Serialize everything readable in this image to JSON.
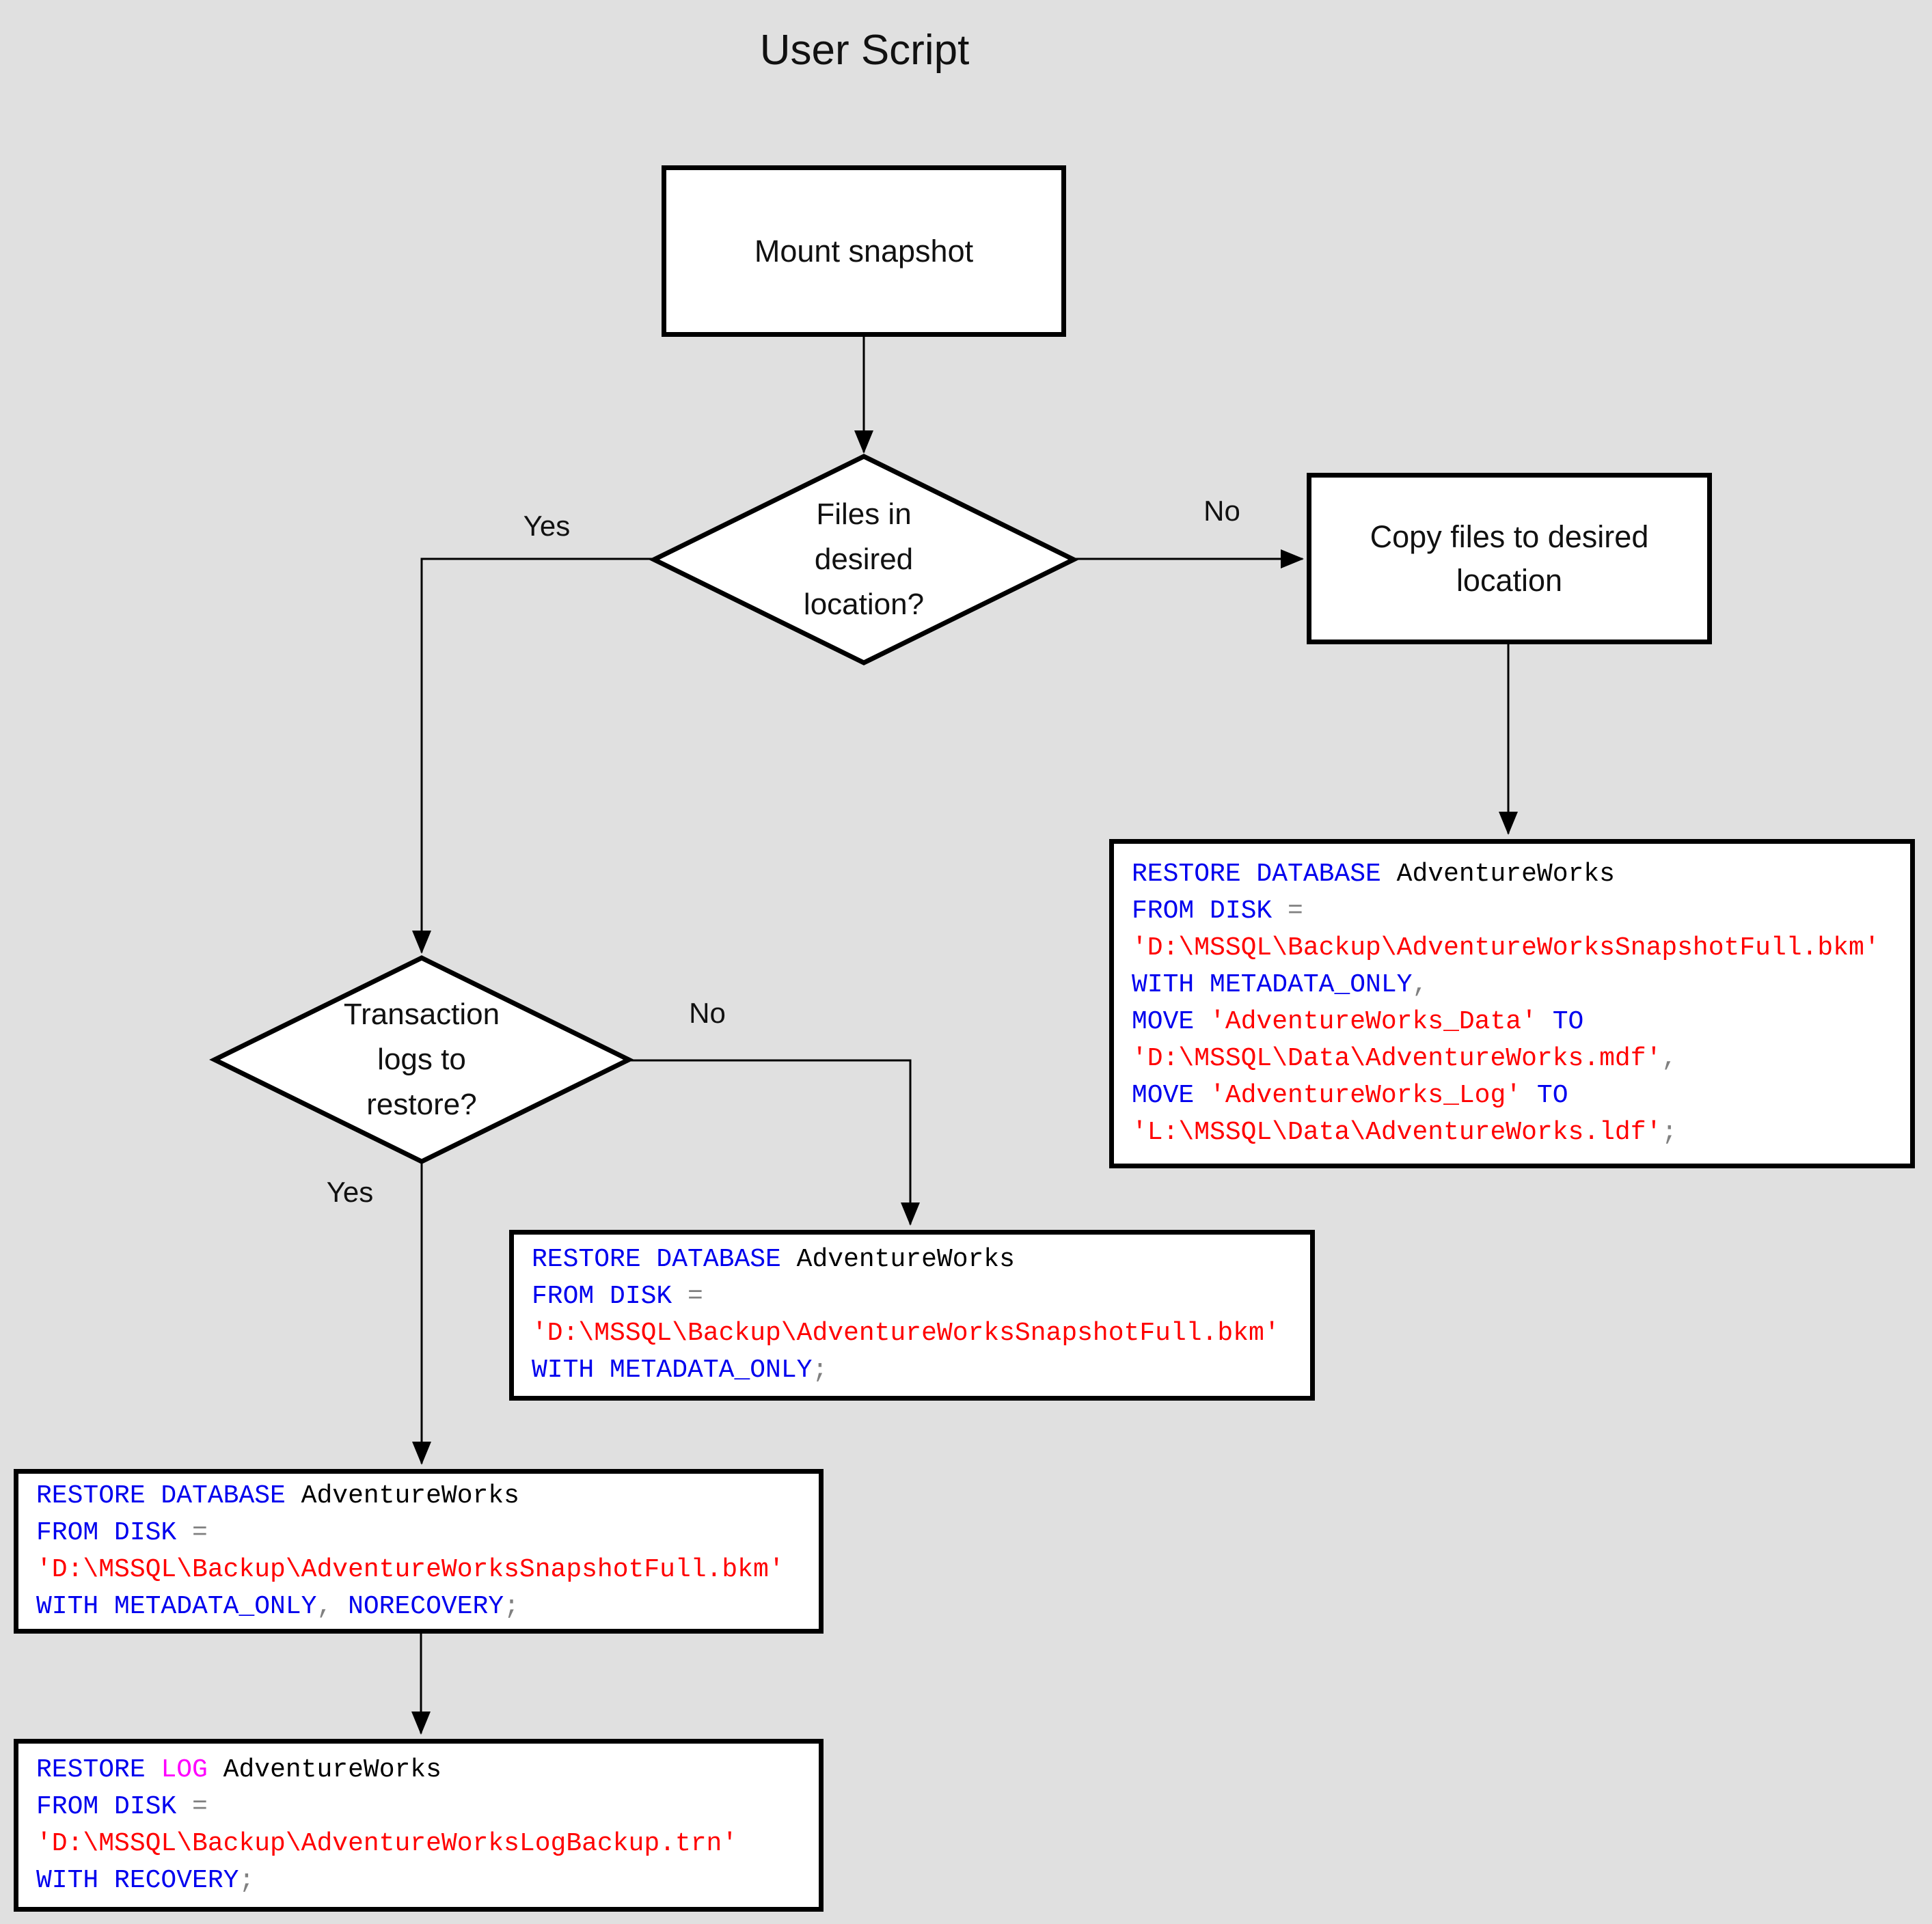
{
  "title": "User Script",
  "background_color": "#E0E0E0",
  "syntax_colors": {
    "keyword": "#0000EE",
    "identifier": "#000000",
    "string": "#FF0000",
    "operator": "#808080",
    "log": "#FF00FF"
  },
  "nodes": {
    "mount_snapshot": {
      "label": "Mount snapshot"
    },
    "files_decision": {
      "lines": [
        "Files in",
        "desired",
        "location?"
      ]
    },
    "copy_files": {
      "label": "Copy files to desired location"
    },
    "logs_decision": {
      "lines": [
        "Transaction",
        "logs to",
        "restore?"
      ]
    }
  },
  "edge_labels": {
    "files_yes": "Yes",
    "files_no": "No",
    "logs_yes": "Yes",
    "logs_no": "No"
  },
  "code_boxes": {
    "restore_with_move": {
      "lines": [
        [
          {
            "t": "RESTORE DATABASE",
            "c": "keyword"
          },
          {
            "t": " AdventureWorks",
            "c": "identifier"
          }
        ],
        [
          {
            "t": "FROM DISK",
            "c": "keyword"
          },
          {
            "t": " =",
            "c": "operator"
          }
        ],
        [
          {
            "t": "'D:\\MSSQL\\Backup\\AdventureWorksSnapshotFull.bkm'",
            "c": "string"
          }
        ],
        [
          {
            "t": "WITH METADATA_ONLY",
            "c": "keyword"
          },
          {
            "t": ",",
            "c": "operator"
          }
        ],
        [
          {
            "t": "MOVE",
            "c": "keyword"
          },
          {
            "t": " 'AdventureWorks_Data'",
            "c": "string"
          },
          {
            "t": " TO",
            "c": "keyword"
          }
        ],
        [
          {
            "t": "'D:\\MSSQL\\Data\\AdventureWorks.mdf'",
            "c": "string"
          },
          {
            "t": ",",
            "c": "operator"
          }
        ],
        [
          {
            "t": "MOVE",
            "c": "keyword"
          },
          {
            "t": " 'AdventureWorks_Log'",
            "c": "string"
          },
          {
            "t": " TO",
            "c": "keyword"
          }
        ],
        [
          {
            "t": "'L:\\MSSQL\\Data\\AdventureWorks.ldf'",
            "c": "string"
          },
          {
            "t": ";",
            "c": "operator"
          }
        ]
      ]
    },
    "restore_metadata_only": {
      "lines": [
        [
          {
            "t": "RESTORE DATABASE",
            "c": "keyword"
          },
          {
            "t": " AdventureWorks",
            "c": "identifier"
          }
        ],
        [
          {
            "t": "FROM DISK",
            "c": "keyword"
          },
          {
            "t": " =",
            "c": "operator"
          }
        ],
        [
          {
            "t": "'D:\\MSSQL\\Backup\\AdventureWorksSnapshotFull.bkm'",
            "c": "string"
          }
        ],
        [
          {
            "t": "WITH METADATA_ONLY",
            "c": "keyword"
          },
          {
            "t": ";",
            "c": "operator"
          }
        ]
      ]
    },
    "restore_norecovery": {
      "lines": [
        [
          {
            "t": "RESTORE DATABASE",
            "c": "keyword"
          },
          {
            "t": " AdventureWorks",
            "c": "identifier"
          }
        ],
        [
          {
            "t": "FROM DISK",
            "c": "keyword"
          },
          {
            "t": " =",
            "c": "operator"
          }
        ],
        [
          {
            "t": "'D:\\MSSQL\\Backup\\AdventureWorksSnapshotFull.bkm'",
            "c": "string"
          }
        ],
        [
          {
            "t": "WITH METADATA_ONLY",
            "c": "keyword"
          },
          {
            "t": ", ",
            "c": "operator"
          },
          {
            "t": "NORECOVERY",
            "c": "keyword"
          },
          {
            "t": ";",
            "c": "operator"
          }
        ]
      ]
    },
    "restore_log": {
      "lines": [
        [
          {
            "t": "RESTORE ",
            "c": "keyword"
          },
          {
            "t": "LOG",
            "c": "log"
          },
          {
            "t": " AdventureWorks",
            "c": "identifier"
          }
        ],
        [
          {
            "t": "FROM DISK",
            "c": "keyword"
          },
          {
            "t": " =",
            "c": "operator"
          }
        ],
        [
          {
            "t": "'D:\\MSSQL\\Backup\\AdventureWorksLogBackup.trn'",
            "c": "string"
          }
        ],
        [
          {
            "t": "WITH RECOVERY",
            "c": "keyword"
          },
          {
            "t": ";",
            "c": "operator"
          }
        ]
      ]
    }
  }
}
